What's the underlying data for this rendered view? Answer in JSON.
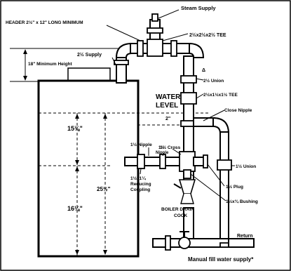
{
  "labels": {
    "steam_supply": "Steam Supply",
    "header": "HEADER 2½\" x 12\" LONG MINIMUM",
    "tee_top": "2½x2½x2½ TEE",
    "supply": "2½ Supply",
    "min_height": "18\" Minimum Height",
    "union_2half": "2½ Union",
    "tee_mid": "2½x1½x1½ TEE",
    "water_level_1": "WATER",
    "water_level_2": "LEVEL",
    "close_nipple": "Close Nipple",
    "dim_15": "15⅜\"",
    "dim_25": "25½\"",
    "dim_16": "16⅛\"",
    "dim_2": "2\"",
    "dim_delta": "Δ",
    "cross": "1½ Cross",
    "nipple_1": "1½ Nipple",
    "nipple_2a": "1½",
    "nipple_2b": "Nipple",
    "union_1half": "1½ Union",
    "reducing_1": "1½x1¼",
    "reducing_2": "Reducing",
    "reducing_3": "Coupling",
    "plug": "1½ Plug",
    "bushing": "1½x¾ Bushing",
    "drain_1": "BOILER DRAIN",
    "drain_2": "COCK",
    "return": "Return",
    "manual_fill": "Manual fill water supply*"
  }
}
